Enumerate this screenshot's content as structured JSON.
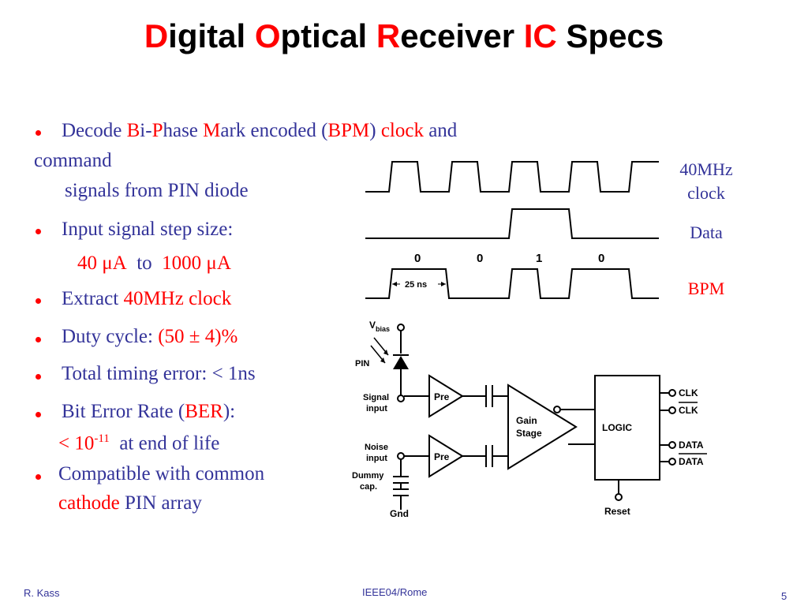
{
  "title": {
    "p1": "D",
    "p2": "igital ",
    "p3": "O",
    "p4": "ptical ",
    "p5": "R",
    "p6": "eceiver ",
    "p7": "IC",
    "p8": " Specs"
  },
  "bullets": {
    "b1": {
      "a": "Decode ",
      "b": "B",
      "c": "i-",
      "d": "P",
      "e": "hase ",
      "f": "M",
      "g": "ark encoded (",
      "h": "BPM",
      "i": ")",
      "j": " clock",
      "k": " and",
      "l": "command",
      "m": "signals from PIN diode"
    },
    "b2": {
      "text": "Input signal step size:",
      "r1": "40 μA",
      "to": "to",
      "r2": "1000 μA"
    },
    "b3": {
      "a": "Extract ",
      "b": "40MHz clock"
    },
    "b4": {
      "a": "Duty cycle:  ",
      "b": "(50 ± 4)%"
    },
    "b5": {
      "text": "Total timing error:  < 1ns"
    },
    "b6": {
      "a": "Bit Error Rate (",
      "b": "BER",
      "c": "):",
      "d": "< 10",
      "sup": "-11",
      "e": "at end of life"
    },
    "b7": {
      "a": "Compatible with common",
      "b": "cathode",
      "c": " PIN array"
    }
  },
  "waveforms": {
    "clock_label_1": "40MHz",
    "clock_label_2": "clock",
    "data_label": "Data",
    "bpm_label": "BPM",
    "bits": [
      "0",
      "0",
      "1",
      "0"
    ],
    "period_label": "25 ns"
  },
  "circuit": {
    "vbias": "V",
    "vbias_sub": "bias",
    "pin": "PIN",
    "signal_input_1": "Signal",
    "signal_input_2": "input",
    "noise_input_1": "Noise",
    "noise_input_2": "input",
    "dummy_cap_1": "Dummy",
    "dummy_cap_2": "cap.",
    "gnd": "Gnd",
    "pre_top": "Pre",
    "pre_bottom": "Pre",
    "gain_1": "Gain",
    "gain_2": "Stage",
    "logic": "LOGIC",
    "reset": "Reset",
    "outputs": [
      "CLK",
      "CLK",
      "DATA",
      "DATA"
    ]
  },
  "footer": {
    "author": "R. Kass",
    "event": "IEEE04/Rome",
    "page": "5"
  },
  "colors": {
    "accent": "#ff0000",
    "text": "#333399"
  }
}
